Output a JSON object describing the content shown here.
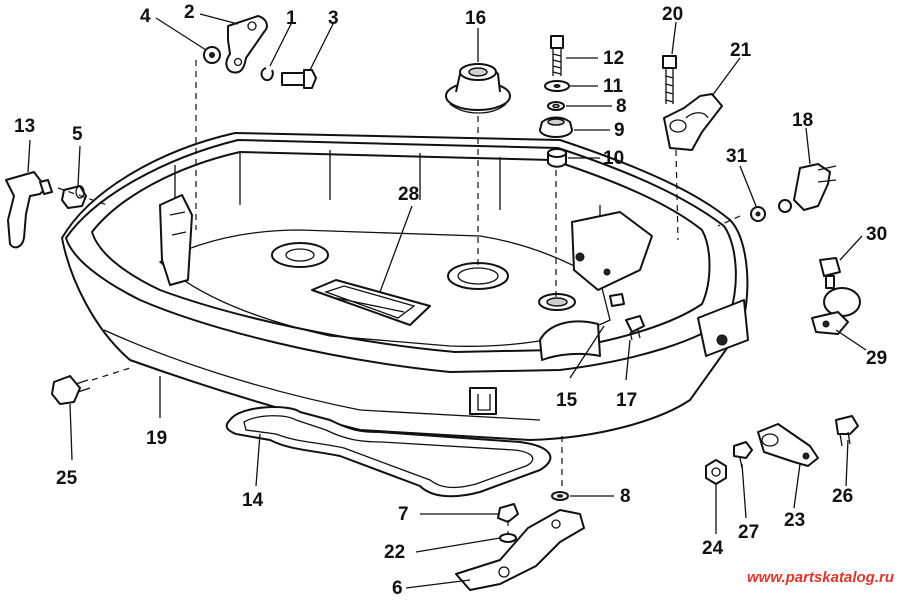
{
  "callouts": {
    "c1": "1",
    "c2": "2",
    "c3": "3",
    "c4": "4",
    "c5": "5",
    "c6": "6",
    "c7": "7",
    "c8a": "8",
    "c8b": "8",
    "c9": "9",
    "c10": "10",
    "c11": "11",
    "c12": "12",
    "c13": "13",
    "c14": "14",
    "c15": "15",
    "c16": "16",
    "c17": "17",
    "c18": "18",
    "c19": "19",
    "c20": "20",
    "c21": "21",
    "c22": "22",
    "c23": "23",
    "c24": "24",
    "c25": "25",
    "c26": "26",
    "c27": "27",
    "c28": "28",
    "c29": "29",
    "c30": "30",
    "c31": "31"
  },
  "watermark": "www.partskatalog.ru"
}
